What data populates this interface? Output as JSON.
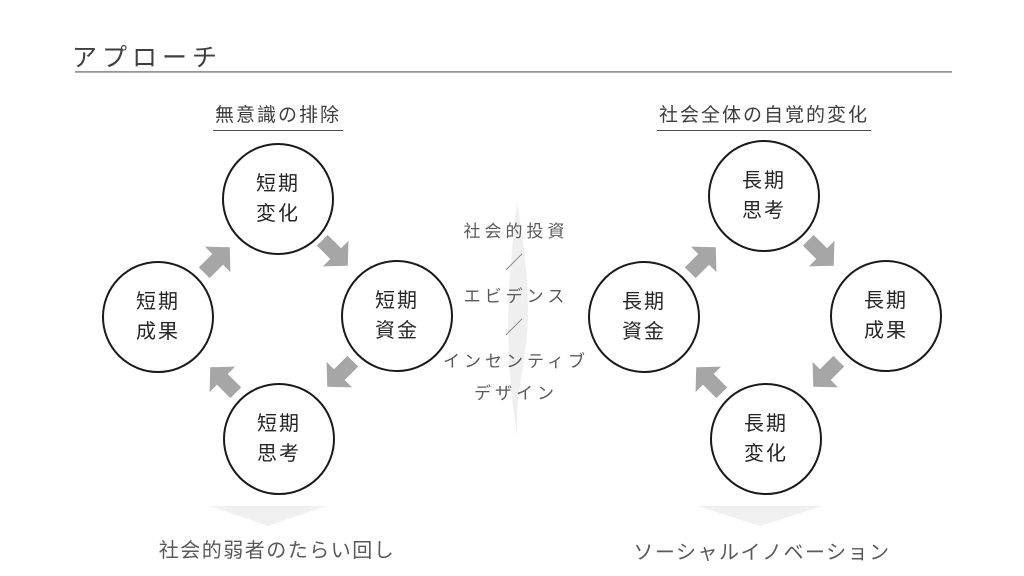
{
  "title": "アプローチ",
  "colors": {
    "arrow": "#a6a6a6",
    "circle_stroke": "#1a1a1a",
    "muted_text": "#595959",
    "chevron": "#f0f0f0",
    "header_text": "#3d3d3d"
  },
  "center_labels": {
    "investment": "社会的投資",
    "slash1": "／",
    "evidence": "エビデンス",
    "slash2": "／",
    "incentive": "インセンティブ",
    "design": "デザイン"
  },
  "cycles": [
    {
      "header": "無意識の排除",
      "caption": "社会的弱者のたらい回し",
      "nodes": [
        {
          "line1": "短期",
          "line2": "変化"
        },
        {
          "line1": "短期",
          "line2": "資金"
        },
        {
          "line1": "短期",
          "line2": "思考"
        },
        {
          "line1": "短期",
          "line2": "成果"
        }
      ]
    },
    {
      "header": "社会全体の自覚的変化",
      "caption": "ソーシャルイノベーション",
      "nodes": [
        {
          "line1": "長期",
          "line2": "思考"
        },
        {
          "line1": "長期",
          "line2": "成果"
        },
        {
          "line1": "長期",
          "line2": "変化"
        },
        {
          "line1": "長期",
          "line2": "資金"
        }
      ]
    }
  ]
}
